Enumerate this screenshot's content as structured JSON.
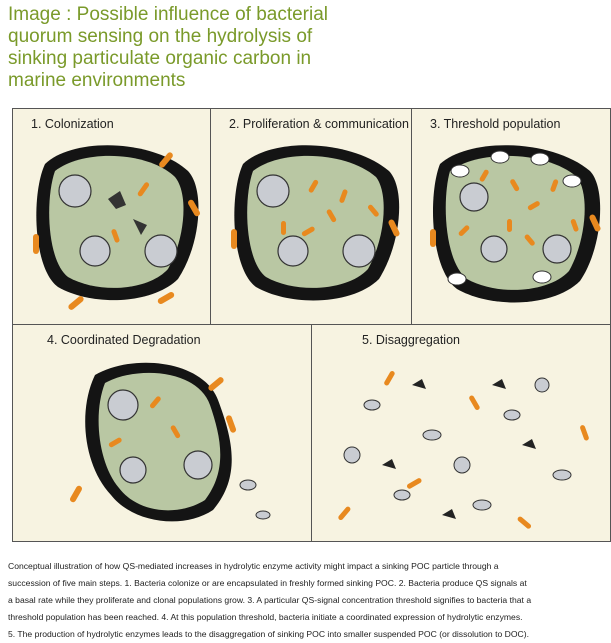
{
  "title_lines": [
    "Image : Possible influence of bacterial",
    "quorum sensing on the hydrolysis of",
    "sinking particulate organic carbon in",
    "marine environments"
  ],
  "panels": [
    {
      "label": "1. Colonization"
    },
    {
      "label": "2. Proliferation & communication"
    },
    {
      "label": "3. Threshold population"
    },
    {
      "label": "4. Coordinated Degradation"
    },
    {
      "label": "5. Disaggregation"
    }
  ],
  "colors": {
    "bacteria": "#e8891f",
    "particle": "#141414",
    "matrix": "#b9c7a3",
    "diatom": "#c9ccd2",
    "panel_bg": "#f7f3e1",
    "title": "#7a9a2a"
  },
  "caption_lines": [
    "Conceptual illustration of how QS-mediated increases in hydrolytic enzyme activity might impact a sinking POC particle through a",
    "succession of five main steps. 1.  Bacteria colonize or are encapsulated in freshly formed sinking POC. 2.  Bacteria produce QS signals at",
    "a basal rate while they proliferate and clonal populations grow. 3.  A particular QS-signal concentration threshold signifies to bacteria that a",
    "threshold population has been reached. 4.  At this population threshold, bacteria initiate a coordinated expression of hydrolytic enzymes.",
    "5.  The production of hydrolytic enzymes leads to the disaggregation of sinking POC into smaller suspended POC (or dissolution to DOC)."
  ]
}
